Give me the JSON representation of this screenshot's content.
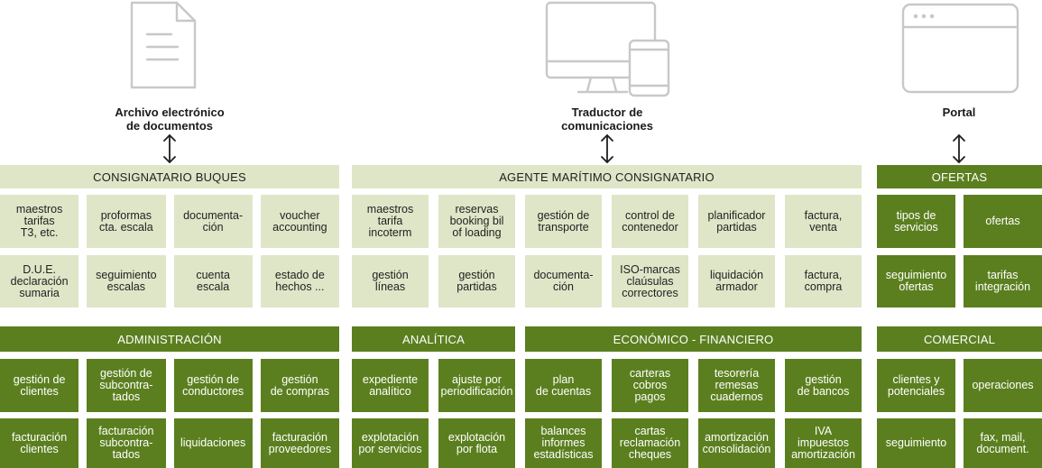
{
  "colors": {
    "light_green": "#dfe6c8",
    "dark_green": "#5b7f1f",
    "icon_gray": "#c8c8c8"
  },
  "connectors": [
    {
      "icon": "document-icon",
      "arrow_icon": "double-arrow-icon",
      "label": "Archivo electrónico\nde documentos"
    },
    {
      "icon": "desktop-mobile-icon",
      "arrow_icon": "double-arrow-icon",
      "label": "Traductor de\ncomunicaciones"
    },
    {
      "icon": "browser-window-icon",
      "arrow_icon": "double-arrow-icon",
      "label": "Portal"
    }
  ],
  "top": {
    "consignatario_buques": {
      "title": "CONSIGNATARIO BUQUES",
      "items": [
        "maestros\ntarifas\nT3, etc.",
        "proformas\ncta. escala",
        "documenta-\nción",
        "voucher\naccounting",
        "D.U.E.\ndeclaración\nsumaria",
        "seguimiento\nescalas",
        "cuenta\nescala",
        "estado de\nhechos ..."
      ]
    },
    "agente_maritimo": {
      "title": "AGENTE MARÍTIMO CONSIGNATARIO",
      "items": [
        "maestros\ntarifa\nincoterm",
        "reservas\nbooking bil\nof loading",
        "gestión de\ntransporte",
        "control de\ncontenedor",
        "planificador\npartidas",
        "factura,\nventa",
        "gestión\nlíneas",
        "gestión\npartidas",
        "documenta-\nción",
        "ISO-marcas\nclaúsulas\ncorrectores",
        "liquidación\narmador",
        "factura,\ncompra"
      ]
    },
    "ofertas": {
      "title": "OFERTAS",
      "items": [
        "tipos de\nservicios",
        "ofertas",
        "seguimiento\nofertas",
        "tarifas\nintegración"
      ]
    }
  },
  "bottom": {
    "administracion": {
      "title": "ADMINISTRACIÓN",
      "items": [
        "gestión de\nclientes",
        "gestión de\nsubcontra-\ntados",
        "gestión de\nconductores",
        "gestión\nde compras",
        "facturación\nclientes",
        "facturación\nsubcontra-\ntados",
        "liquidaciones",
        "facturación\nproveedores"
      ]
    },
    "analitica": {
      "title": "ANALÍTICA",
      "items": [
        "expediente\nanalítico",
        "ajuste por\nperiodificación",
        "explotación\npor servicios",
        "explotación\npor flota"
      ]
    },
    "economico_financiero": {
      "title": "ECONÓMICO - FINANCIERO",
      "items": [
        "plan\nde cuentas",
        "carteras\ncobros\npagos",
        "tesorería\nremesas\ncuadernos",
        "gestión\nde bancos",
        "balances\ninformes\nestadísticas",
        "cartas\nreclamación\ncheques",
        "amortización\nconsolidación",
        "IVA\nimpuestos\namortización"
      ]
    },
    "comercial": {
      "title": "COMERCIAL",
      "items": [
        "clientes y\npotenciales",
        "operaciones",
        "seguimiento",
        "fax, mail,\ndocument."
      ]
    }
  }
}
